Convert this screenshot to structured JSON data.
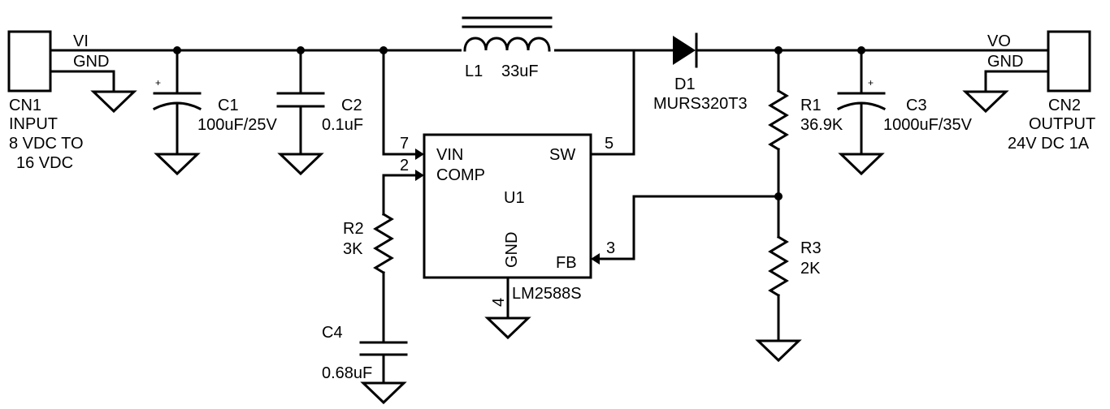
{
  "cn1": {
    "ref": "CN1",
    "name": "INPUT",
    "range1": "8 VDC TO",
    "range2": "16 VDC",
    "pin_vi": "VI",
    "pin_gnd": "GND"
  },
  "cn2": {
    "ref": "CN2",
    "name": "OUTPUT",
    "spec": "24V DC 1A",
    "pin_vo": "VO",
    "pin_gnd": "GND"
  },
  "c1": {
    "ref": "C1",
    "value": "100uF/25V",
    "polarity": "+"
  },
  "c2": {
    "ref": "C2",
    "value": "0.1uF"
  },
  "c3": {
    "ref": "C3",
    "value": "1000uF/35V",
    "polarity": "+"
  },
  "c4": {
    "ref": "C4",
    "value": "0.68uF"
  },
  "l1": {
    "ref": "L1",
    "value": "33uF"
  },
  "d1": {
    "ref": "D1",
    "part": "MURS320T3"
  },
  "r1": {
    "ref": "R1",
    "value": "36.9K"
  },
  "r2": {
    "ref": "R2",
    "value": "3K"
  },
  "r3": {
    "ref": "R3",
    "value": "2K"
  },
  "u1": {
    "ref": "U1",
    "part": "LM2588S",
    "pin_vin": "VIN",
    "pin_comp": "COMP",
    "pin_sw": "SW",
    "pin_fb": "FB",
    "pin_gnd": "GND",
    "num_vin": "7",
    "num_comp": "2",
    "num_sw": "5",
    "num_fb": "3",
    "num_gnd": "4"
  }
}
